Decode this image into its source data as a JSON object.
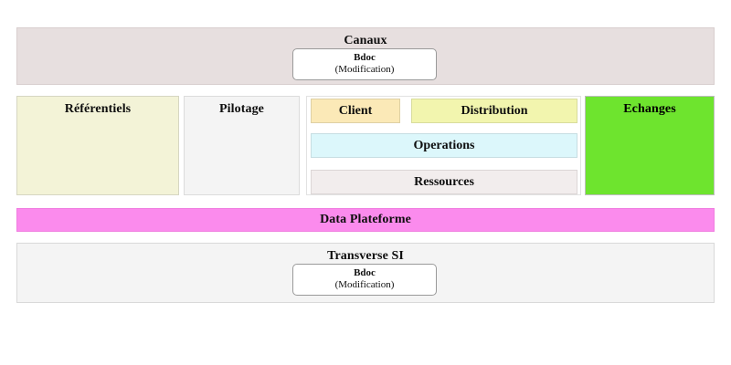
{
  "diagram": {
    "title": "Canaux",
    "rows": [
      {
        "id": "canaux",
        "label": "Canaux",
        "color": "#e7dfdf",
        "card": {
          "name": "Bdoc",
          "status": "(Modification)"
        }
      },
      {
        "id": "row-domains",
        "blocks": [
          {
            "id": "referentiels",
            "label": "Référentiels",
            "color": "#f3f3d7"
          },
          {
            "id": "pilotage",
            "label": "Pilotage",
            "color": "#f4f4f4"
          },
          {
            "id": "client",
            "label": "Client",
            "color": "#fbe9b7"
          },
          {
            "id": "distribution",
            "label": "Distribution",
            "color": "#f2f5ae"
          },
          {
            "id": "operations",
            "label": "Operations",
            "color": "#dcf7fb"
          },
          {
            "id": "ressources",
            "label": "Ressources",
            "color": "#f2eded"
          },
          {
            "id": "echanges",
            "label": "Echanges",
            "color": "#6ee42e"
          }
        ]
      },
      {
        "id": "data-plateforme",
        "label": "Data Plateforme",
        "color": "#fb8bed"
      },
      {
        "id": "transverse-si",
        "label": "Transverse SI",
        "color": "#f4f4f4",
        "card": {
          "name": "Bdoc",
          "status": "(Modification)"
        }
      }
    ]
  }
}
